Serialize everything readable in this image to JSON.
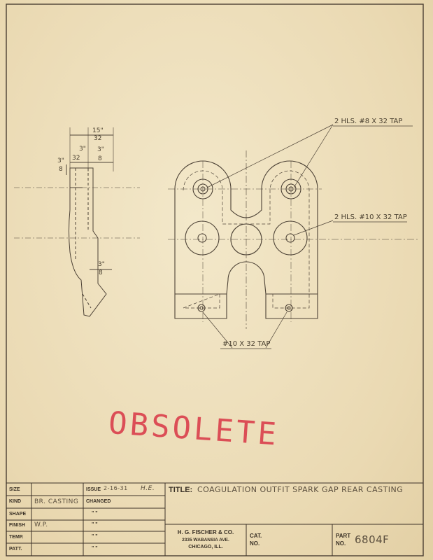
{
  "drawing": {
    "notes": {
      "taps_8x32": "2 HLS. #8 X 32 TAP",
      "taps_10x32_holes": "2 HLS. #10 X 32 TAP",
      "taps_10x32": "#10 X 32 TAP"
    },
    "dims": {
      "d15_num": "15\"",
      "d15_den": "32",
      "d3_num": "3\"",
      "d3_den": "32",
      "d2a_num": "3\"",
      "d2a_den": "8",
      "d3_8_num": "3\"",
      "d3_8_den": "8",
      "d2b_num": "3\"",
      "d2b_den": "8"
    },
    "stamp": "OBSOLETE"
  },
  "title_block": {
    "size_label": "SIZE",
    "kind_label": "KIND",
    "kind_value": "BR. CASTING",
    "shape_label": "SHAPE",
    "finish_label": "FINISH",
    "finish_value": "W.P.",
    "temp_label": "TEMP.",
    "patt_label": "PATT.",
    "issue_label": "ISSUE",
    "issue_value": "2-16-31",
    "issue_initials": "H.E.",
    "changed_label": "CHANGED",
    "ditto": "\"   \"",
    "title_label": "TITLE:",
    "title_value": "COAGULATION OUTFIT SPARK GAP REAR CASTING",
    "company_name": "H. G. FISCHER & CO.",
    "company_addr": "2335 WABANSIA AVE.",
    "company_city": "CHICAGO, ILL.",
    "cat_label": "CAT.",
    "no_label": "NO.",
    "part_label": "PART",
    "part_no_label": "NO.",
    "part_value": "6804F"
  }
}
